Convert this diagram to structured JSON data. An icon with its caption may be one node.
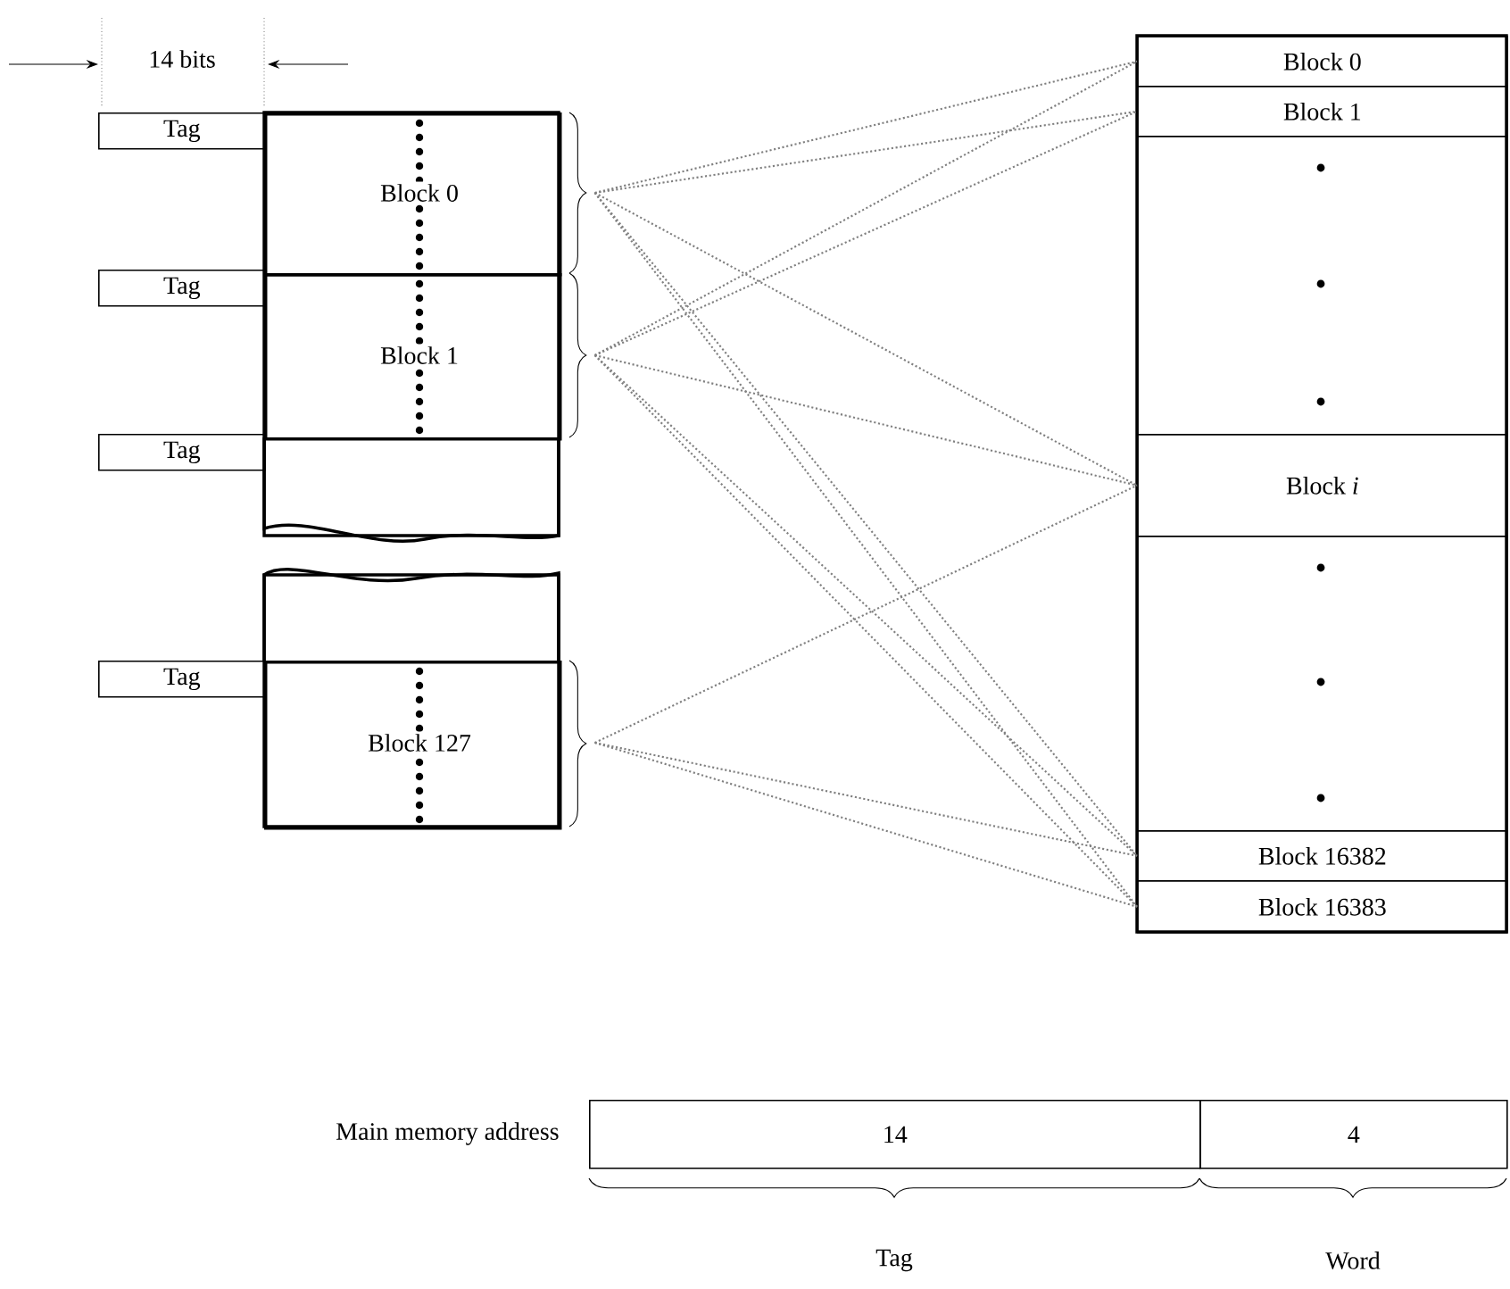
{
  "diagram": {
    "nodes": [
      {
        "text": [
          "Tag"
        ]
      },
      {
        "text": [
          "Block 0"
        ]
      },
      {
        "text": [],
        "shape": "brace"
      },
      {
        "text": [
          "Tag"
        ]
      },
      {
        "text": [
          "Block 1"
        ]
      },
      {
        "text": [],
        "shape": "brace"
      },
      {
        "text": [
          "Tag"
        ]
      },
      {
        "text": [],
        "shape": "box"
      },
      {
        "text": [],
        "shape": "box"
      },
      {
        "text": [
          "Tag"
        ]
      },
      {
        "text": [
          "Block 127"
        ]
      },
      {
        "text": [],
        "shape": "brace"
      },
      {
        "text": [
          "Block 0"
        ]
      },
      {
        "text": [
          "Block 1"
        ]
      },
      {
        "text": [],
        "shape": "box"
      },
      {
        "text": [
          "Block *i*"
        ]
      },
      {
        "text": [],
        "shape": "box"
      },
      {
        "text": [
          "Block 16382"
        ]
      },
      {
        "text": [
          "Block 16383"
        ]
      },
      {
        "text": [
          "14"
        ]
      },
      {
        "text": [
          "4"
        ]
      }
    ],
    "edges": [
      {
        "from": 2,
        "to": 12,
        "arrow": "none",
        "style": "dashed"
      },
      {
        "from": 2,
        "to": 13,
        "arrow": "none",
        "style": "dashed"
      },
      {
        "from": 2,
        "to": 15,
        "arrow": "none",
        "style": "dashed"
      },
      {
        "from": 2,
        "to": 17,
        "arrow": "none",
        "style": "dashed"
      },
      {
        "from": 2,
        "to": 18,
        "arrow": "none",
        "style": "dashed"
      },
      {
        "from": 5,
        "to": 12,
        "arrow": "none",
        "style": "dashed"
      },
      {
        "from": 5,
        "to": 13,
        "arrow": "none",
        "style": "dashed"
      },
      {
        "from": 5,
        "to": 15,
        "arrow": "none",
        "style": "dashed"
      },
      {
        "from": 5,
        "to": 17,
        "arrow": "none",
        "style": "dashed"
      },
      {
        "from": 5,
        "to": 18,
        "arrow": "none",
        "style": "dashed"
      },
      {
        "from": 11,
        "to": 15,
        "arrow": "none",
        "style": "dashed"
      },
      {
        "from": 11,
        "to": 17,
        "arrow": "none",
        "style": "dashed"
      },
      {
        "from": 11,
        "to": 18,
        "arrow": "none",
        "style": "dashed"
      }
    ],
    "labels": [
      "14 bits",
      "Main memory address",
      "Tag",
      "Word"
    ]
  }
}
